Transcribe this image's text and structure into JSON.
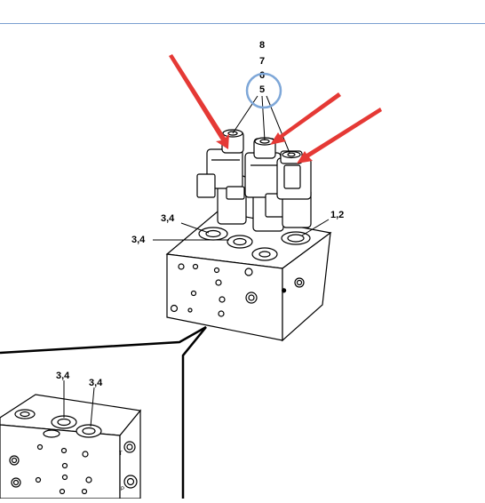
{
  "header": {
    "bar_color": "#8fb4e3"
  },
  "labels": {
    "stack_top": [
      "8",
      "7",
      "6",
      "5"
    ],
    "right_port": "1,2",
    "left_upper": "3,4",
    "left_lower": "3,4",
    "inset_left": "3,4",
    "inset_right": "3,4"
  },
  "annotations": {
    "arrow_color": "#e53935",
    "circle_color": "#7ea7d8"
  }
}
